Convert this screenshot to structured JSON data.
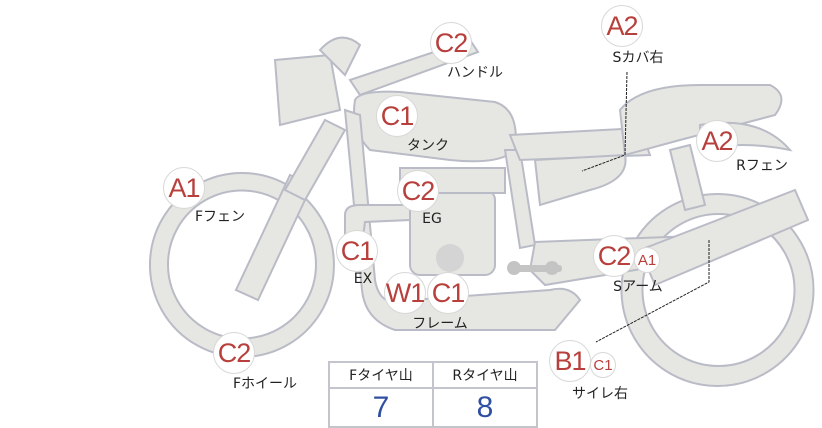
{
  "parts": {
    "handle": {
      "grade": "C2",
      "label": "ハンドル"
    },
    "side_cover_right": {
      "grade": "A2",
      "label": "Sカバ右"
    },
    "tank": {
      "grade": "C1",
      "label": "タンク"
    },
    "rear_fender": {
      "grade": "A2",
      "label": "Rフェン"
    },
    "front_fender": {
      "grade": "A1",
      "label": "Fフェン"
    },
    "engine": {
      "grade": "C2",
      "label": "EG"
    },
    "exhaust": {
      "grade": "C1",
      "label": "EX"
    },
    "swing_arm": {
      "grade": "C2",
      "grade2": "A1",
      "label": "Sアーム"
    },
    "frame": {
      "grade": "W1",
      "grade2": "C1",
      "label": "フレーム"
    },
    "silencer_right": {
      "grade": "B1",
      "grade2": "C1",
      "label": "サイレ右"
    },
    "front_wheel": {
      "grade": "C2",
      "label": "Fホイール"
    }
  },
  "tire_tread": {
    "front_label": "Fタイヤ山",
    "front_value": "7",
    "rear_label": "Rタイヤ山",
    "rear_value": "8"
  },
  "colors": {
    "grade": "#b8403c",
    "tire_value": "#2f4fa0",
    "body": "#e6e6e2",
    "outline": "#b9bcc6"
  }
}
